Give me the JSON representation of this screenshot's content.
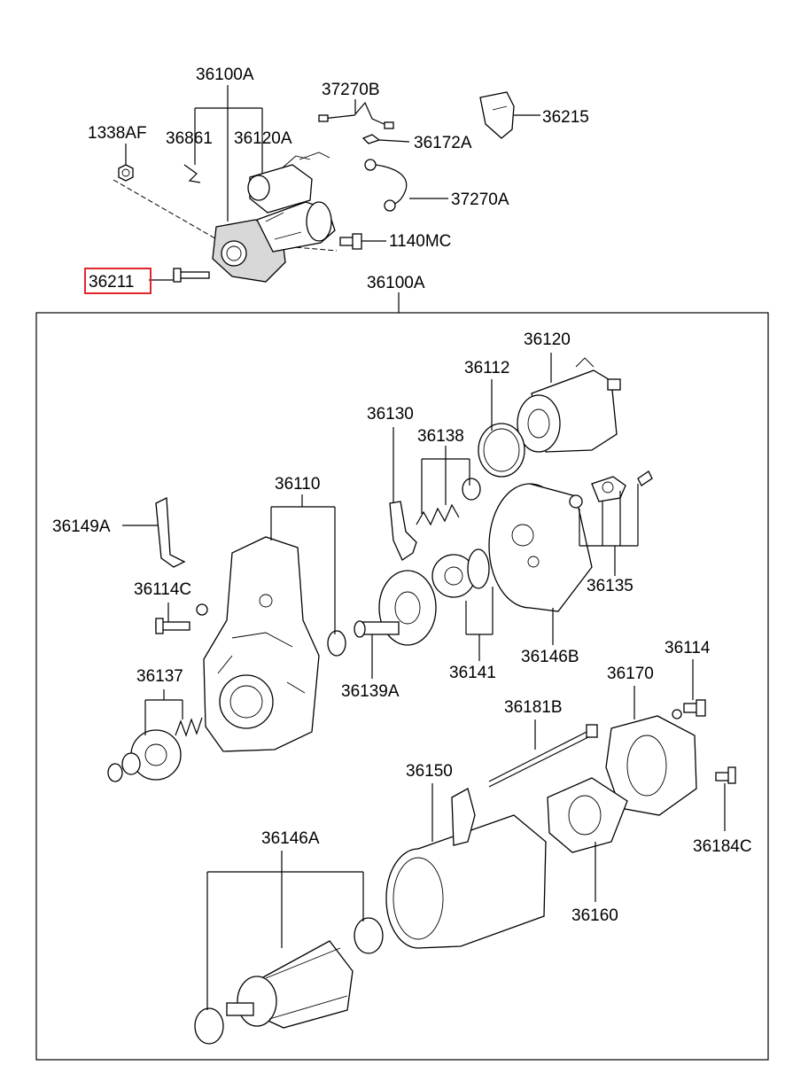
{
  "labels": {
    "p36100A_top": "36100A",
    "p37270B": "37270B",
    "p36215": "36215",
    "p1338AF": "1338AF",
    "p36861": "36861",
    "p36120A": "36120A",
    "p36172A": "36172A",
    "p37270A": "37270A",
    "p1140MC": "1140MC",
    "p36211": "36211",
    "p36100A_box": "36100A",
    "p36120": "36120",
    "p36112": "36112",
    "p36130": "36130",
    "p36138": "36138",
    "p36110": "36110",
    "p36149A": "36149A",
    "p36135": "36135",
    "p36114C": "36114C",
    "p36146B": "36146B",
    "p36139A": "36139A",
    "p36141": "36141",
    "p36137": "36137",
    "p36114": "36114",
    "p36170": "36170",
    "p36181B": "36181B",
    "p36150": "36150",
    "p36184C": "36184C",
    "p36146A": "36146A",
    "p36160": "36160"
  },
  "highlight": {
    "part": "36211",
    "color": "#e0262c"
  }
}
